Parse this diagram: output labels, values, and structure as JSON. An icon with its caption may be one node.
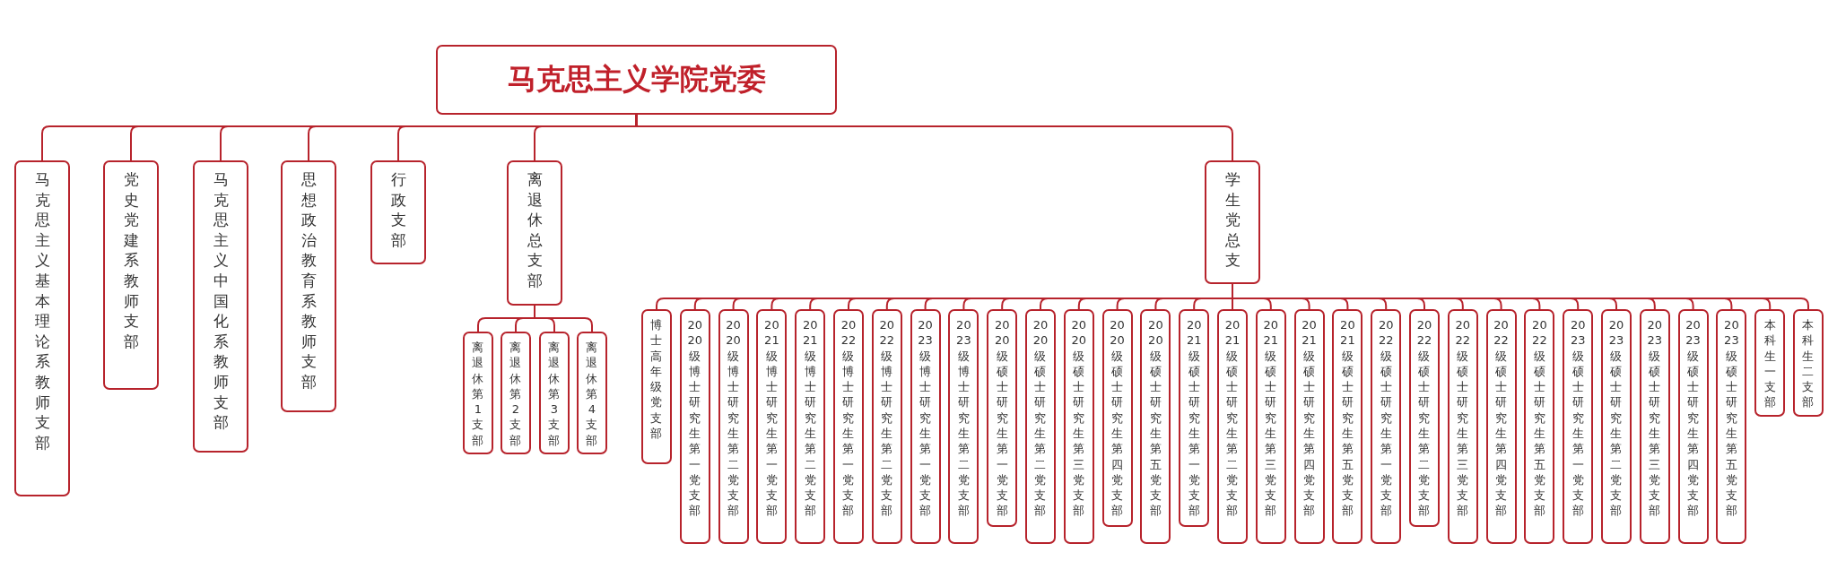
{
  "diagram": {
    "nodes": [
      {
        "text": [
          "马克思主义学院党委"
        ]
      },
      {
        "text": [
          "马克思主义基本理论系教师支部"
        ]
      },
      {
        "text": [
          "党史党建系教师支部"
        ]
      },
      {
        "text": [
          "马克思主义中国化系教师支部"
        ]
      },
      {
        "text": [
          "思想政治教育系教师支部"
        ]
      },
      {
        "text": [
          "行政支部"
        ]
      },
      {
        "text": [
          "离退休总支部"
        ]
      },
      {
        "text": [
          "学生党总支"
        ]
      },
      {
        "text": [
          "离退休第1支部"
        ]
      },
      {
        "text": [
          "离退休第2支部"
        ]
      },
      {
        "text": [
          "离退休第3支部"
        ]
      },
      {
        "text": [
          "离退休第4支部"
        ]
      },
      {
        "text": [
          "博士高年级党支部"
        ]
      },
      {
        "text": [
          "2020级博士研究生第一党支部"
        ]
      },
      {
        "text": [
          "2020级博士研究生第二党支部"
        ]
      },
      {
        "text": [
          "2021级博士研究生第一党支部"
        ]
      },
      {
        "text": [
          "2021级博士研究生第二党支部"
        ]
      },
      {
        "text": [
          "2022级博士研究生第一党支部"
        ]
      },
      {
        "text": [
          "2022级博士研究生第二党支部"
        ]
      },
      {
        "text": [
          "2023级博士研究生第一党支部"
        ]
      },
      {
        "text": [
          "2023级博士研究生第二党支部"
        ]
      },
      {
        "text": [
          "2020级硕士研究生第一党支部"
        ]
      },
      {
        "text": [
          "2020级硕士研究生第二党支部"
        ]
      },
      {
        "text": [
          "2020级硕士研究生第三党支部"
        ]
      },
      {
        "text": [
          "2020级硕士研究生第四党支部"
        ]
      },
      {
        "text": [
          "2020级硕士研究生第五党支部"
        ]
      },
      {
        "text": [
          "2021级硕士研究生第一党支部"
        ]
      },
      {
        "text": [
          "2021级硕士研究生第二党支部"
        ]
      },
      {
        "text": [
          "2021级硕士研究生第三党支部"
        ]
      },
      {
        "text": [
          "2021级硕士研究生第四党支部"
        ]
      },
      {
        "text": [
          "2021级硕士研究生第五党支部"
        ]
      },
      {
        "text": [
          "2022级硕士研究生第一党支部"
        ]
      },
      {
        "text": [
          "2022级硕士研究生第二党支部"
        ]
      },
      {
        "text": [
          "2022级硕士研究生第三党支部"
        ]
      },
      {
        "text": [
          "2022级硕士研究生第四党支部"
        ]
      },
      {
        "text": [
          "2022级硕士研究生第五党支部"
        ]
      },
      {
        "text": [
          "2023级硕士研究生第一党支部"
        ]
      },
      {
        "text": [
          "2023级硕士研究生第二党支部"
        ]
      },
      {
        "text": [
          "2023级硕士研究生第三党支部"
        ]
      },
      {
        "text": [
          "2023级硕士研究生第四党支部"
        ]
      },
      {
        "text": [
          "2023级硕士研究生第五党支部"
        ]
      },
      {
        "text": [
          "本科生一支部"
        ]
      },
      {
        "text": [
          "本科生二支部"
        ]
      }
    ],
    "edges": [
      {
        "from": 0,
        "to": 1,
        "arrow": "none"
      },
      {
        "from": 0,
        "to": 2,
        "arrow": "none"
      },
      {
        "from": 0,
        "to": 3,
        "arrow": "none"
      },
      {
        "from": 0,
        "to": 4,
        "arrow": "none"
      },
      {
        "from": 0,
        "to": 5,
        "arrow": "none"
      },
      {
        "from": 0,
        "to": 6,
        "arrow": "none"
      },
      {
        "from": 0,
        "to": 7,
        "arrow": "none"
      },
      {
        "from": 6,
        "to": 8,
        "arrow": "none"
      },
      {
        "from": 6,
        "to": 9,
        "arrow": "none"
      },
      {
        "from": 6,
        "to": 10,
        "arrow": "none"
      },
      {
        "from": 6,
        "to": 11,
        "arrow": "none"
      },
      {
        "from": 7,
        "to": 12,
        "arrow": "none"
      },
      {
        "from": 7,
        "to": 13,
        "arrow": "none"
      },
      {
        "from": 7,
        "to": 14,
        "arrow": "none"
      },
      {
        "from": 7,
        "to": 15,
        "arrow": "none"
      },
      {
        "from": 7,
        "to": 16,
        "arrow": "none"
      },
      {
        "from": 7,
        "to": 17,
        "arrow": "none"
      },
      {
        "from": 7,
        "to": 18,
        "arrow": "none"
      },
      {
        "from": 7,
        "to": 19,
        "arrow": "none"
      },
      {
        "from": 7,
        "to": 20,
        "arrow": "none"
      },
      {
        "from": 7,
        "to": 21,
        "arrow": "none"
      },
      {
        "from": 7,
        "to": 22,
        "arrow": "none"
      },
      {
        "from": 7,
        "to": 23,
        "arrow": "none"
      },
      {
        "from": 7,
        "to": 24,
        "arrow": "none"
      },
      {
        "from": 7,
        "to": 25,
        "arrow": "none"
      },
      {
        "from": 7,
        "to": 26,
        "arrow": "none"
      },
      {
        "from": 7,
        "to": 27,
        "arrow": "none"
      },
      {
        "from": 7,
        "to": 28,
        "arrow": "none"
      },
      {
        "from": 7,
        "to": 29,
        "arrow": "none"
      },
      {
        "from": 7,
        "to": 30,
        "arrow": "none"
      },
      {
        "from": 7,
        "to": 31,
        "arrow": "none"
      },
      {
        "from": 7,
        "to": 32,
        "arrow": "none"
      },
      {
        "from": 7,
        "to": 33,
        "arrow": "none"
      },
      {
        "from": 7,
        "to": 34,
        "arrow": "none"
      },
      {
        "from": 7,
        "to": 35,
        "arrow": "none"
      },
      {
        "from": 7,
        "to": 36,
        "arrow": "none"
      },
      {
        "from": 7,
        "to": 37,
        "arrow": "none"
      },
      {
        "from": 7,
        "to": 38,
        "arrow": "none"
      },
      {
        "from": 7,
        "to": 39,
        "arrow": "none"
      },
      {
        "from": 7,
        "to": 40,
        "arrow": "none"
      },
      {
        "from": 7,
        "to": 41,
        "arrow": "none"
      },
      {
        "from": 7,
        "to": 42,
        "arrow": "none"
      }
    ]
  }
}
